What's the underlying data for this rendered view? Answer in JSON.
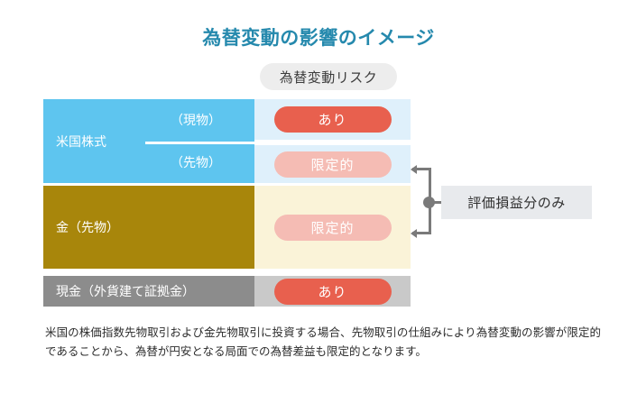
{
  "title": "為替変動の影響のイメージ",
  "column_header": {
    "label": "為替変動リスク"
  },
  "table": {
    "rows": [
      {
        "id": "us-equity",
        "label": "米国株式",
        "sub_rows": [
          {
            "label": "（現物）",
            "risk": "あり",
            "risk_level": "strong"
          },
          {
            "label": "（先物）",
            "risk": "限定的",
            "risk_level": "limited"
          }
        ]
      },
      {
        "id": "gold-futures",
        "label": "金（先物）",
        "risk": "限定的",
        "risk_level": "limited"
      },
      {
        "id": "cash-margin",
        "label": "現金（外貨建て証拠金）",
        "risk": "あり",
        "risk_level": "strong"
      }
    ]
  },
  "annotation": {
    "text": "評価損益分のみ"
  },
  "footnote": "米国の株価指数先物取引および金先物取引に投資する場合、先物取引の仕組みにより為替変動の影響が限定的であることから、為替が円安となる局面での為替差益も限定的となります。",
  "colors": {
    "title": "#2589ad",
    "equity_row": "#5ec5ef",
    "equity_value_bg": "#dff0fb",
    "gold_row": "#a8860b",
    "gold_value_bg": "#faf3d8",
    "cash_row": "#8c8c8c",
    "cash_value_bg": "#c9c9c9",
    "pill_strong": "#e8604e",
    "pill_limited": "#f5bcb4",
    "badge_bg": "#ededed",
    "callout_bg": "#e8eaed",
    "connector": "#7a7a7a"
  }
}
